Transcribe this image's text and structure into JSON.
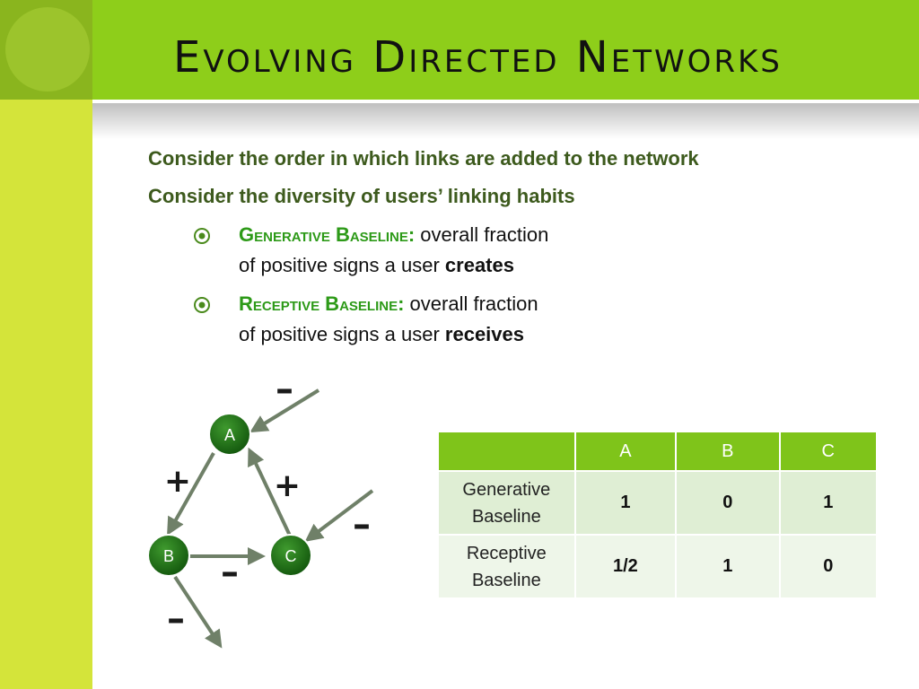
{
  "title": "Evolving Directed Networks",
  "body": {
    "line1": "Consider the order in which links are added to the network",
    "line2": "Consider the diversity of users’ linking habits",
    "bullets": [
      {
        "term": "Generative Baseline:",
        "rest": " overall fraction",
        "line2": "of positive signs a user ",
        "emph": "creates"
      },
      {
        "term": "Receptive Baseline:",
        "rest": " overall fraction",
        "line2": "of positive signs a user ",
        "emph": "receives"
      }
    ]
  },
  "graph": {
    "nodes": {
      "a": "A",
      "b": "B",
      "c": "C"
    },
    "signs": {
      "in_a": "–",
      "a_b": "+",
      "c_a": "+",
      "in_c": "–",
      "b_c": "–",
      "b_out": "–"
    }
  },
  "table": {
    "headers": [
      "",
      "A",
      "B",
      "C"
    ],
    "rows": [
      {
        "label": "Generative Baseline",
        "values": [
          "1",
          "0",
          "1"
        ]
      },
      {
        "label": "Receptive Baseline",
        "values": [
          "1/2",
          "1",
          "0"
        ]
      }
    ]
  },
  "colors": {
    "header_green": "#8ece1a",
    "left_bar": "#d4e43a",
    "node_green": "#1e6b14",
    "arrow_gray": "#6f8068",
    "table_header": "#7fc41a"
  }
}
